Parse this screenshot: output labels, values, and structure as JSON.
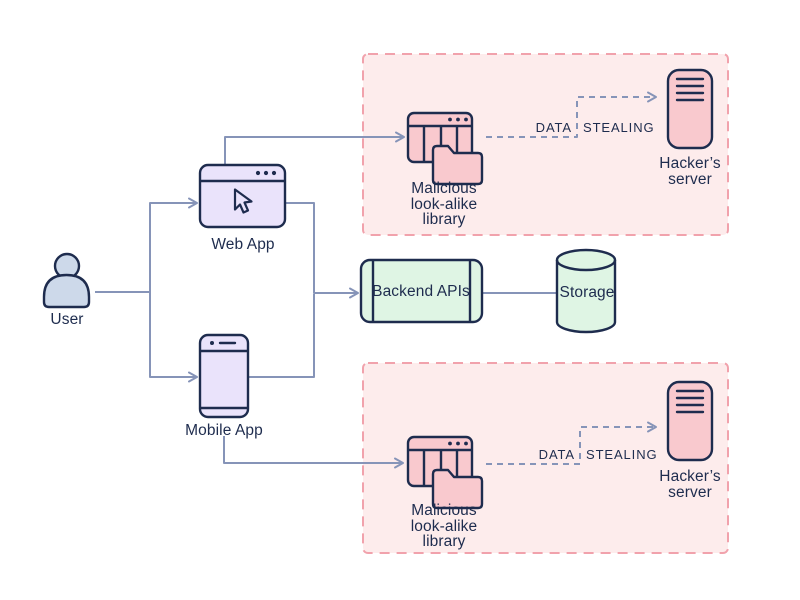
{
  "diagram": {
    "nodes": {
      "user": {
        "label": "User"
      },
      "web_app": {
        "label": "Web App"
      },
      "mobile_app": {
        "label": "Mobile App"
      },
      "backend_apis": {
        "label": "Backend APIs"
      },
      "storage": {
        "label": "Storage"
      },
      "malicious_library_top": {
        "lines": [
          "Malicious",
          "look-alike",
          "library"
        ]
      },
      "hacker_server_top": {
        "lines": [
          "Hacker’s",
          "server"
        ]
      },
      "malicious_library_bottom": {
        "lines": [
          "Malicious",
          "look-alike",
          "library"
        ]
      },
      "hacker_server_bottom": {
        "lines": [
          "Hacker’s",
          "server"
        ]
      }
    },
    "edge_labels": {
      "data_stealing_top": [
        "DATA",
        "STEALING"
      ],
      "data_stealing_bottom": [
        "DATA",
        "STEALING"
      ]
    },
    "edges": [
      {
        "from": "User",
        "to": "Web App",
        "style": "solid-arrow"
      },
      {
        "from": "User",
        "to": "Mobile App",
        "style": "solid-arrow"
      },
      {
        "from": "Web App",
        "to": "Malicious look-alike library (top)",
        "style": "solid-arrow"
      },
      {
        "from": "Web App",
        "to": "Backend APIs",
        "style": "solid-arrow"
      },
      {
        "from": "Mobile App",
        "to": "Backend APIs",
        "style": "solid-arrow"
      },
      {
        "from": "Mobile App",
        "to": "Malicious look-alike library (bottom)",
        "style": "solid-arrow"
      },
      {
        "from": "Backend APIs",
        "to": "Storage",
        "style": "solid-line"
      },
      {
        "from": "Malicious look-alike library (top)",
        "to": "Hacker’s server (top)",
        "label": "DATA STEALING",
        "style": "dashed-arrow"
      },
      {
        "from": "Malicious look-alike library (bottom)",
        "to": "Hacker’s server (bottom)",
        "label": "DATA STEALING",
        "style": "dashed-arrow"
      }
    ],
    "colors": {
      "outline_navy": "#1e2c4e",
      "connector_slate": "#8694b8",
      "user_fill": "#cdd9ea",
      "app_fill": "#eae3fb",
      "api_fill": "#dff5e4",
      "zone_fill": "#fdecec",
      "zone_border": "#f1a2ac",
      "malicious_fill": "#f9c9ce"
    }
  }
}
